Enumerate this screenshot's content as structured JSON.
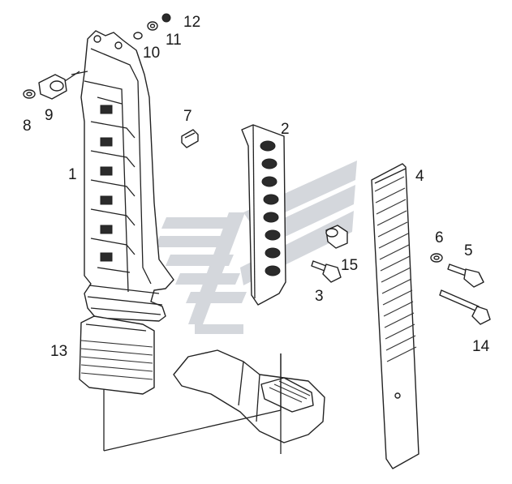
{
  "callouts": [
    {
      "id": "1",
      "text": "1"
    },
    {
      "id": "2",
      "text": "2"
    },
    {
      "id": "3",
      "text": "3"
    },
    {
      "id": "4",
      "text": "4"
    },
    {
      "id": "5",
      "text": "5"
    },
    {
      "id": "6",
      "text": "6"
    },
    {
      "id": "7",
      "text": "7"
    },
    {
      "id": "8",
      "text": "8"
    },
    {
      "id": "9",
      "text": "9"
    },
    {
      "id": "10",
      "text": "10"
    },
    {
      "id": "11",
      "text": "11"
    },
    {
      "id": "12",
      "text": "12"
    },
    {
      "id": "13",
      "text": "13"
    },
    {
      "id": "14",
      "text": "14"
    },
    {
      "id": "15",
      "text": "15"
    }
  ],
  "colors": {
    "line": "#222222",
    "watermark": "#d4d7dc",
    "background": "#ffffff"
  }
}
